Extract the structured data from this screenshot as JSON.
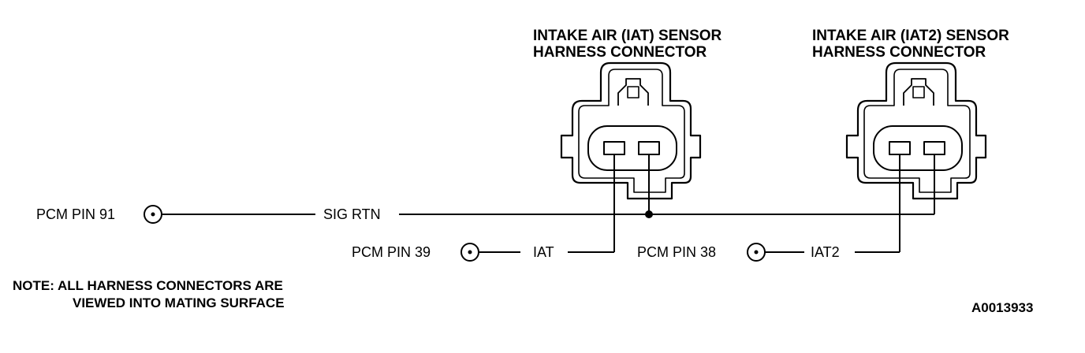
{
  "connectors": [
    {
      "title_line1": "INTAKE AIR (IAT) SENSOR",
      "title_line2": "HARNESS CONNECTOR"
    },
    {
      "title_line1": "INTAKE AIR (IAT2) SENSOR",
      "title_line2": "HARNESS CONNECTOR"
    }
  ],
  "pins": {
    "pin91": {
      "label": "PCM PIN 91",
      "signal": "SIG RTN"
    },
    "pin39": {
      "label": "PCM PIN 39",
      "signal": "IAT"
    },
    "pin38": {
      "label": "PCM PIN 38",
      "signal": "IAT2"
    }
  },
  "note": {
    "line1": "NOTE: ALL HARNESS CONNECTORS ARE",
    "line2": "VIEWED INTO MATING SURFACE"
  },
  "figure_id": "A0013933"
}
